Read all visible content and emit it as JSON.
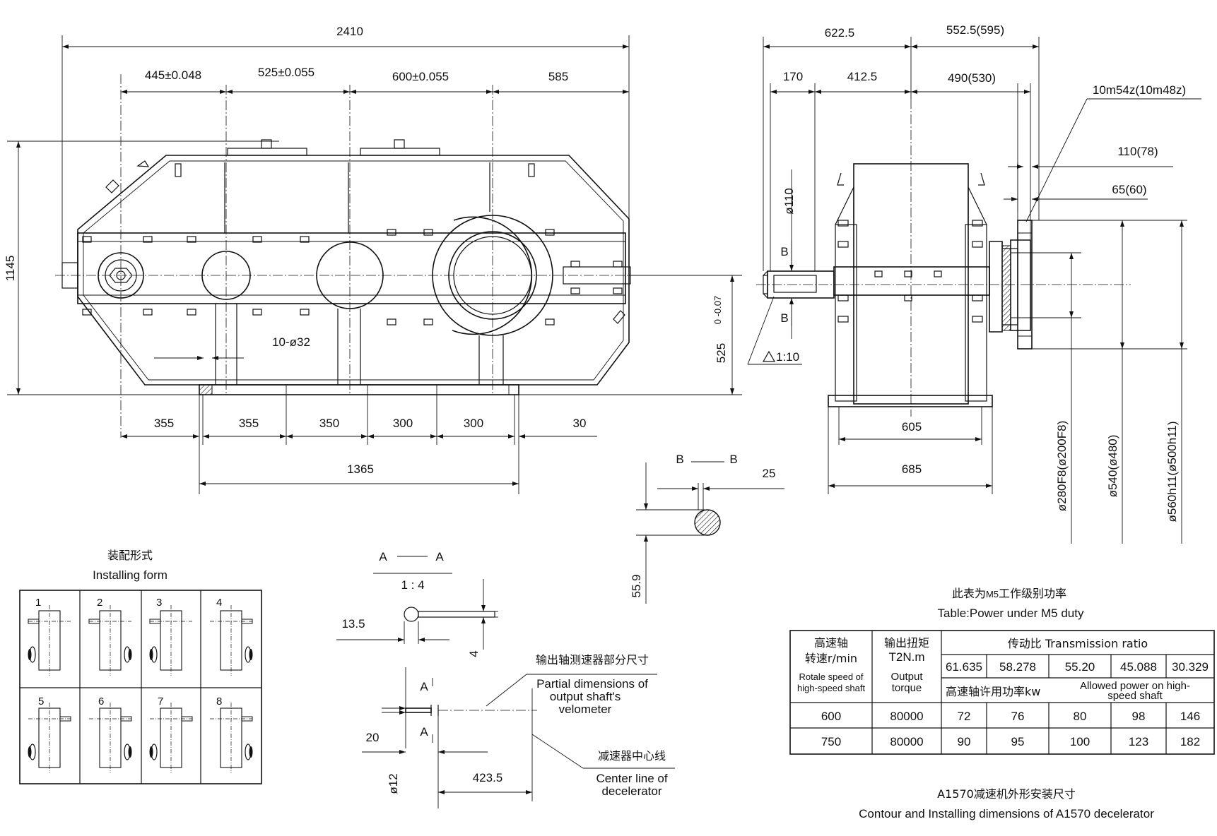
{
  "front_view": {
    "dims": {
      "overall_length": "2410",
      "seg1": "445±0.048",
      "seg2": "525±0.055",
      "seg3": "600±0.055",
      "seg4": "585",
      "height": "1145",
      "holes": "10-ø32",
      "center_height": "525",
      "center_height_tol": "0 -0.07",
      "foot1": "355",
      "foot2": "355",
      "foot3": "350",
      "foot4": "300",
      "foot5": "300",
      "foot6": "30",
      "foot_total": "1365"
    }
  },
  "side_view": {
    "dims": {
      "d_6225": "622.5",
      "d_5525": "552.5(595)",
      "d_170": "170",
      "d_4125": "412.5",
      "d_490": "490(530)",
      "spline": "10m54z(10m48z)",
      "d_110b": "110(78)",
      "d_65": "65(60)",
      "shaft_dia": "ø110",
      "sec_b_top": "B",
      "sec_b_bot": "B",
      "taper": "1:10",
      "d_605": "605",
      "d_685": "685",
      "d_280": "ø280F8(ø200F8)",
      "d_540": "ø540(ø480)",
      "d_560": "ø560h11(ø500h11)"
    }
  },
  "section_bb": {
    "label_left": "B",
    "label_right": "B",
    "d_25": "25",
    "d_559": "55.9"
  },
  "section_aa": {
    "label_left": "A",
    "label_right": "A",
    "scale": "1 : 4",
    "d_135": "13.5",
    "d_4": "4",
    "a_top": "A",
    "a_bot": "A",
    "d_20": "20",
    "d_12": "ø12",
    "d_4235": "423.5",
    "note_cn": "输出轴测速器部分尺寸",
    "note_en_1": "Partial dimensions of",
    "note_en_2": "output shaft's",
    "note_en_3": "velometer",
    "center_cn": "减速器中心线",
    "center_en_1": "Center line of",
    "center_en_2": "decelerator"
  },
  "installing_form": {
    "title_cn": "装配形式",
    "title_en": "Installing form",
    "cells": [
      "1",
      "2",
      "3",
      "4",
      "5",
      "6",
      "7",
      "8"
    ]
  },
  "power_table": {
    "caption_cn_pre": "此表为",
    "caption_cn_m5": "M5",
    "caption_cn_post": "工作级别功率",
    "caption_en": "Table:Power under M5 duty",
    "col1_cn_1": "高速轴",
    "col1_cn_2": "转速r/min",
    "col1_en_1": "Rotale speed of",
    "col1_en_2": "high-speed shaft",
    "col2_cn": "输出扭矩",
    "col2_unit": "T2N.m",
    "col2_en_1": "Output",
    "col2_en_2": "torque",
    "ratio_header": "传动比 Transmission ratio",
    "ratios": [
      "61.635",
      "58.278",
      "55.20",
      "45.088",
      "30.329"
    ],
    "power_cn": "高速轴许用功率kw",
    "power_en_1": "Allowed power on high-",
    "power_en_2": "speed shaft",
    "rows": [
      {
        "speed": "600",
        "torque": "80000",
        "values": [
          "72",
          "76",
          "80",
          "98",
          "146"
        ]
      },
      {
        "speed": "750",
        "torque": "80000",
        "values": [
          "90",
          "95",
          "100",
          "123",
          "182"
        ]
      }
    ]
  },
  "footer": {
    "title_cn": "A1570减速机外形安装尺寸",
    "title_en": "Contour and Installing dimensions of A1570 decelerator"
  }
}
